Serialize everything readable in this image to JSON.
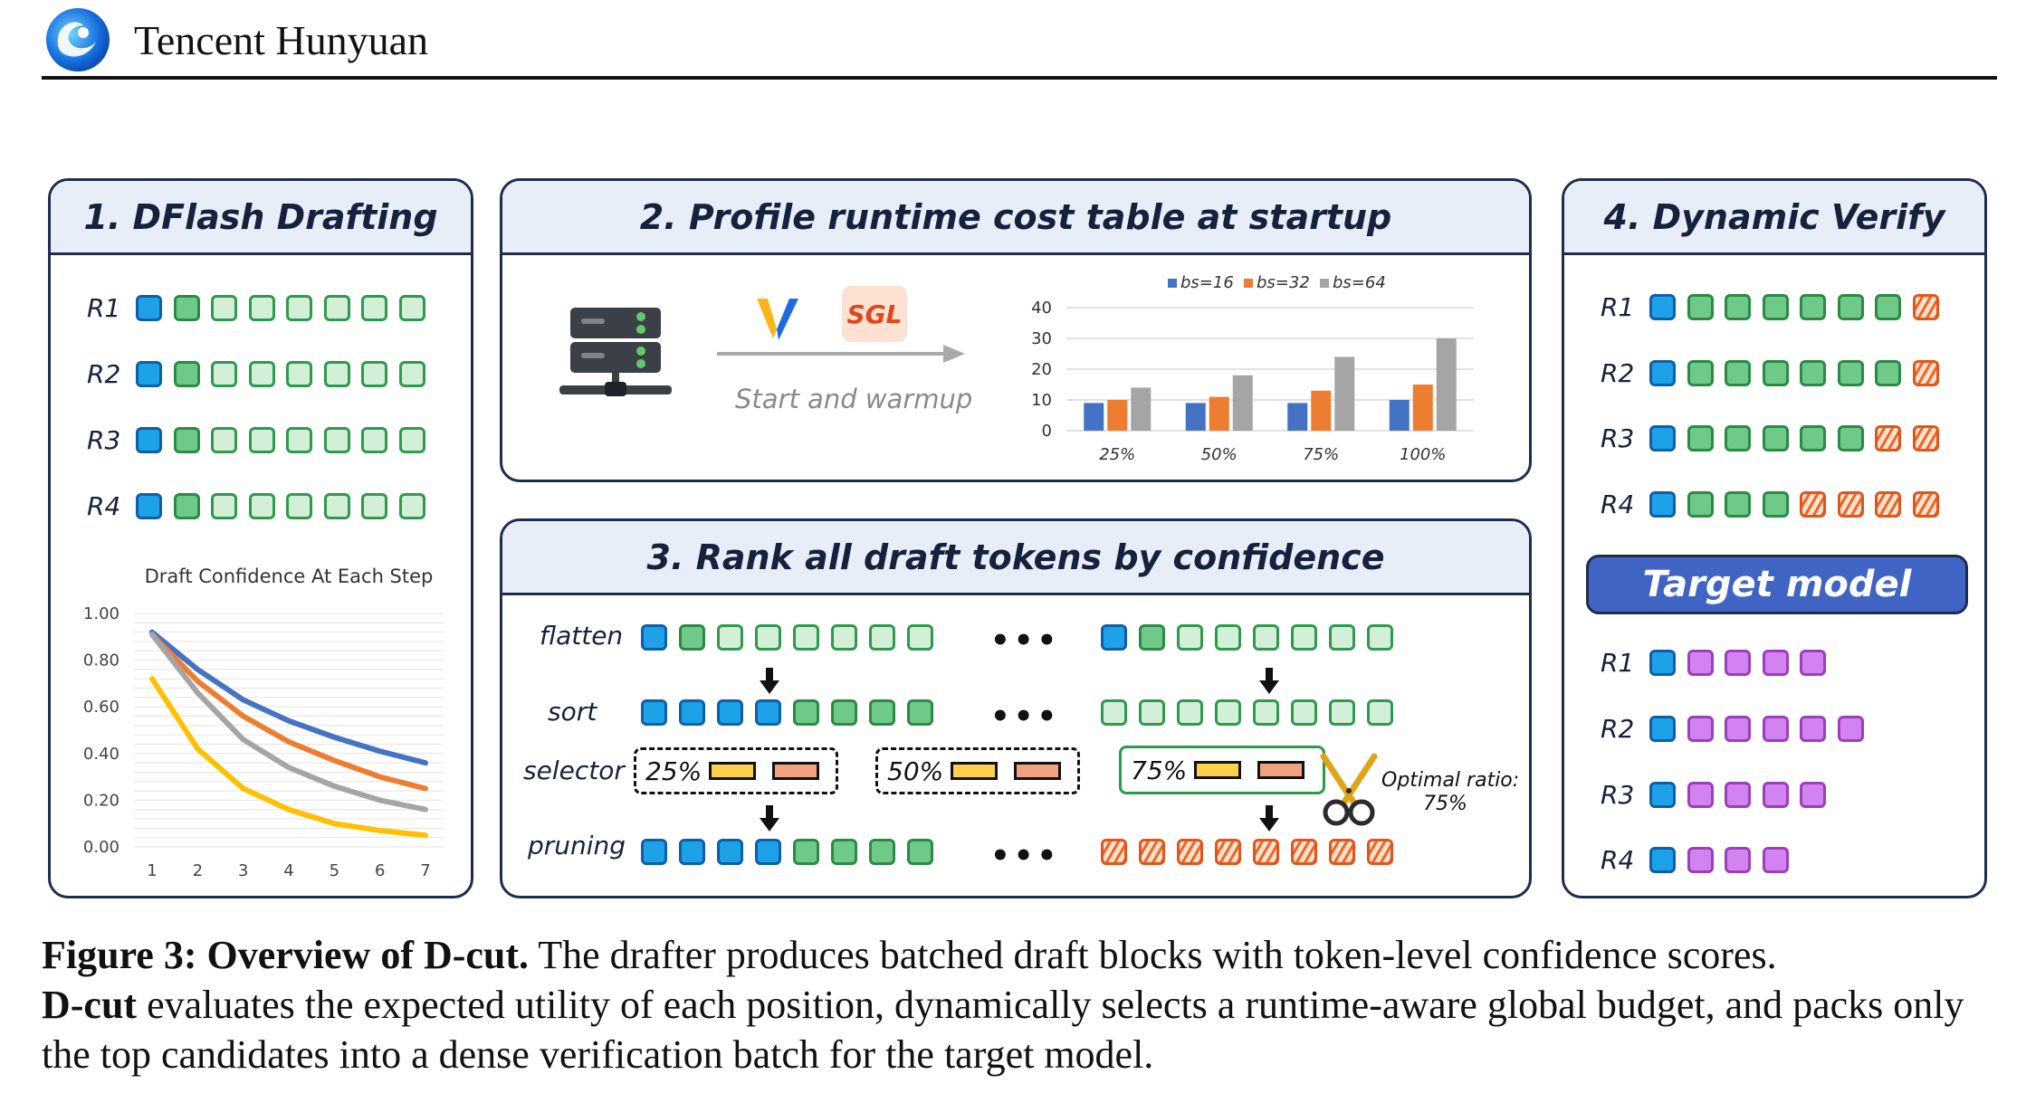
{
  "header": {
    "brand": "Tencent Hunyuan"
  },
  "panel1": {
    "title": "1. DFlash Drafting",
    "rows": [
      {
        "label": "R1",
        "tokens": [
          "blue",
          "green",
          "lgreen",
          "lgreen",
          "lgreen",
          "lgreen",
          "lgreen",
          "lgreen"
        ]
      },
      {
        "label": "R2",
        "tokens": [
          "blue",
          "green",
          "lgreen",
          "lgreen",
          "lgreen",
          "lgreen",
          "lgreen",
          "lgreen"
        ]
      },
      {
        "label": "R3",
        "tokens": [
          "blue",
          "green",
          "lgreen",
          "lgreen",
          "lgreen",
          "lgreen",
          "lgreen",
          "lgreen"
        ]
      },
      {
        "label": "R4",
        "tokens": [
          "blue",
          "green",
          "lgreen",
          "lgreen",
          "lgreen",
          "lgreen",
          "lgreen",
          "lgreen"
        ]
      }
    ]
  },
  "panel2": {
    "title": "2. Profile runtime cost table at startup",
    "sgl_label": "SGL",
    "arrow_label": "Start and warmup"
  },
  "panel3": {
    "title": "3. Rank all draft tokens by confidence",
    "rows": {
      "flatten": "flatten",
      "sort": "sort",
      "selector": "selector",
      "pruning": "pruning"
    },
    "dots": "•••",
    "selectors": [
      "25%",
      "50%",
      "75%"
    ],
    "optimal_label": "Optimal ratio:",
    "optimal_value": "75%"
  },
  "panel4": {
    "title": "4. Dynamic Verify",
    "target_label": "Target model",
    "rows": [
      {
        "label": "R1",
        "tokens": [
          "blue",
          "green",
          "green",
          "green",
          "green",
          "green",
          "green",
          "red"
        ]
      },
      {
        "label": "R2",
        "tokens": [
          "blue",
          "green",
          "green",
          "green",
          "green",
          "green",
          "green",
          "red"
        ]
      },
      {
        "label": "R3",
        "tokens": [
          "blue",
          "green",
          "green",
          "green",
          "green",
          "green",
          "red",
          "red"
        ]
      },
      {
        "label": "R4",
        "tokens": [
          "blue",
          "green",
          "green",
          "green",
          "red",
          "red",
          "red",
          "red"
        ]
      }
    ],
    "out_rows": [
      {
        "label": "R1",
        "tokens": [
          "blue",
          "pink",
          "pink",
          "pink",
          "pink"
        ]
      },
      {
        "label": "R2",
        "tokens": [
          "blue",
          "pink",
          "pink",
          "pink",
          "pink",
          "pink"
        ]
      },
      {
        "label": "R3",
        "tokens": [
          "blue",
          "pink",
          "pink",
          "pink",
          "pink"
        ]
      },
      {
        "label": "R4",
        "tokens": [
          "blue",
          "pink",
          "pink",
          "pink"
        ]
      }
    ]
  },
  "chart_data": [
    {
      "type": "line",
      "title": "Draft Confidence At Each Step",
      "x": [
        1,
        2,
        3,
        4,
        5,
        6,
        7
      ],
      "ylim": [
        0,
        1.0
      ],
      "yticks": [
        "1.00",
        "0.80",
        "0.60",
        "0.40",
        "0.20",
        "0.00"
      ],
      "series": [
        {
          "color": "#4472c4",
          "values": [
            0.92,
            0.76,
            0.63,
            0.54,
            0.47,
            0.41,
            0.36
          ]
        },
        {
          "color": "#ed7d31",
          "values": [
            0.91,
            0.71,
            0.56,
            0.45,
            0.37,
            0.3,
            0.25
          ]
        },
        {
          "color": "#a5a5a5",
          "values": [
            0.91,
            0.66,
            0.46,
            0.34,
            0.26,
            0.2,
            0.16
          ]
        },
        {
          "color": "#ffc000",
          "values": [
            0.72,
            0.42,
            0.25,
            0.16,
            0.1,
            0.07,
            0.05
          ]
        }
      ],
      "grid": true
    },
    {
      "type": "bar",
      "categories": [
        "25%",
        "50%",
        "75%",
        "100%"
      ],
      "ylim": [
        0,
        40
      ],
      "yticks": [
        0,
        10,
        20,
        30,
        40
      ],
      "legend_position": "top",
      "series": [
        {
          "name": "bs=16",
          "color": "#4472c4",
          "values": [
            9,
            9,
            9,
            10
          ]
        },
        {
          "name": "bs=32",
          "color": "#ed7d31",
          "values": [
            10,
            11,
            13,
            15
          ]
        },
        {
          "name": "bs=64",
          "color": "#a5a5a5",
          "values": [
            14,
            18,
            24,
            30
          ]
        }
      ]
    }
  ],
  "caption": {
    "label": "Figure 3:",
    "title": "Overview of D-cut.",
    "text1": " The drafter produces batched draft blocks with token-level confidence scores.",
    "term": "D-cut",
    "text2": " evaluates the expected utility of each position, dynamically selects a runtime-aware global budget, and packs only the top candidates into a dense verification batch for the target model."
  },
  "colors": {
    "panel_border": "#1f2d4d",
    "panel_head_bg": "#e7eef7",
    "token_blue": "#1da1e8",
    "token_green": "#6fca8a",
    "token_light_green": "#d3efd8",
    "token_pink": "#d283f2",
    "token_red": "#f0651f",
    "target_bg": "#3f64c4"
  }
}
